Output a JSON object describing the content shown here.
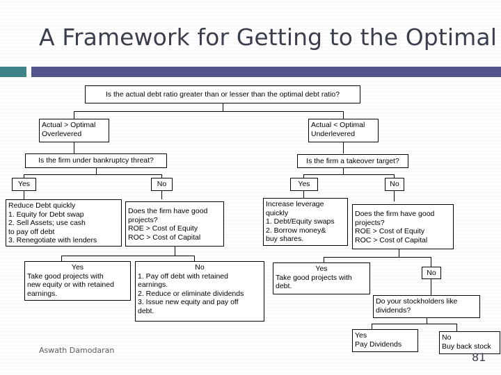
{
  "slide": {
    "title": "A Framework for Getting to the Optimal",
    "footer_author": "Aswath Damodaran",
    "page_number": "81",
    "colors": {
      "accent_teal": "#3f8287",
      "header_purple": "#53568d",
      "title_text": "#3b3f4d",
      "node_border": "#000000",
      "node_fill": "#ffffff"
    }
  },
  "flowchart": {
    "root": {
      "text": "Is the actual debt ratio greater than or lesser than the optimal debt ratio?"
    },
    "left_branch": {
      "state": {
        "line1": "Actual > Optimal",
        "line2": "Overlevered"
      },
      "question": "Is the firm under bankruptcy threat?",
      "yes_label": "Yes",
      "no_label": "No",
      "yes_action": {
        "line1": "Reduce Debt quickly",
        "line2": "1. Equity for Debt swap",
        "line3": "2. Sell Assets; use cash",
        "line4": "to pay off debt",
        "line5": "3. Renegotiate with lenders"
      },
      "no_question": {
        "line1": "Does the firm have good",
        "line2": "projects?",
        "line3": "ROE > Cost of Equity",
        "line4": "ROC > Cost of Capital"
      },
      "sub_yes": {
        "header": "Yes",
        "line1": "Take good projects with",
        "line2": "new equity or with retained",
        "line3": "earnings."
      },
      "sub_no": {
        "header": "No",
        "line1": "1. Pay off debt with retained",
        "line2": "earnings.",
        "line3": "2. Reduce or eliminate dividends",
        "line4": "3. Issue new equity and pay off",
        "line5": "debt."
      }
    },
    "right_branch": {
      "state": {
        "line1": "Actual < Optimal",
        "line2": "Underlevered"
      },
      "question": "Is the firm a takeover target?",
      "yes_label": "Yes",
      "no_label": "No",
      "yes_action": {
        "line1": "Increase leverage",
        "line2": "quickly",
        "line3": "1. Debt/Equity swaps",
        "line4": "2. Borrow money&",
        "line5": "buy shares."
      },
      "no_question": {
        "line1": "Does the firm have good",
        "line2": "projects?",
        "line3": "ROE > Cost of Equity",
        "line4": "ROC > Cost of Capital"
      },
      "sub_yes": {
        "header": "Yes",
        "line1": "Take good projects with",
        "line2": "debt."
      },
      "sub_no_label": "No",
      "dividend_question": {
        "line1": "Do your stockholders like",
        "line2": "dividends?"
      },
      "dividend_yes": {
        "line1": "Yes",
        "line2": "Pay Dividends"
      },
      "dividend_no": {
        "line1": "No",
        "line2": "Buy back stock"
      }
    }
  }
}
